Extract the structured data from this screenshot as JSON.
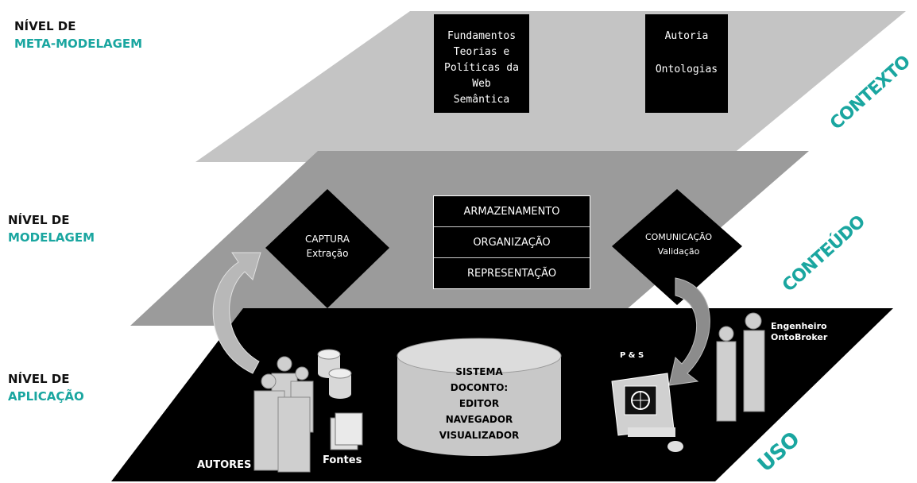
{
  "levels": {
    "meta": {
      "line1": "NÍVEL DE",
      "line2": "META-MODELAGEM"
    },
    "modelagem": {
      "line1": "NÍVEL DE",
      "line2": "MODELAGEM"
    },
    "aplicacao": {
      "line1": "NÍVEL DE",
      "line2": "APLICAÇÃO"
    }
  },
  "side_labels": {
    "contexto": "CONTEXTO",
    "conteudo": "CONTEÚDO",
    "uso": "USO"
  },
  "meta_plane": {
    "left_box": [
      "Fundamentos",
      "Teorias e",
      "Políticas da",
      "Web",
      "Semântica"
    ],
    "right_box": [
      "Autoria",
      "Ontologias"
    ]
  },
  "model_plane": {
    "left_diamond": [
      "CAPTURA",
      "Extração"
    ],
    "stack": [
      "ARMAZENAMENTO",
      "ORGANIZAÇÃO",
      "REPRESENTAÇÃO"
    ],
    "right_diamond": [
      "COMUNICAÇÃO",
      "Validação"
    ]
  },
  "app_plane": {
    "system": [
      "SISTEMA",
      "DOCONTO:",
      "EDITOR",
      "NAVEGADOR",
      "VISUALIZADOR"
    ],
    "autores": "AUTORES",
    "fontes": "Fontes",
    "ps": "P & S",
    "engineer": [
      "Engenheiro",
      "OntoBroker"
    ]
  },
  "colors": {
    "teal": "#1aa6a0",
    "plane_top": "#c4c4c4",
    "plane_mid": "#9b9b9b",
    "plane_bottom": "#000000"
  }
}
